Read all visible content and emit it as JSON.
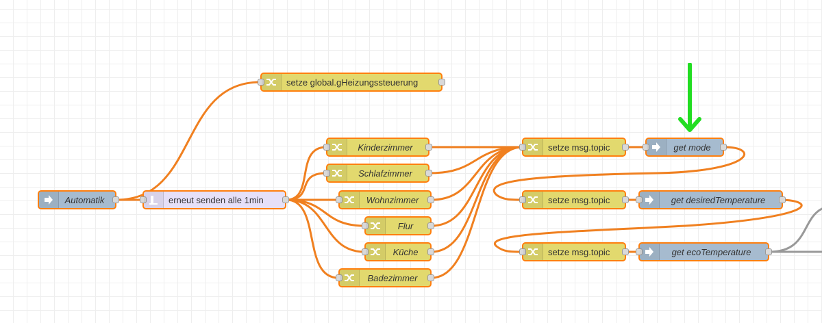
{
  "colors": {
    "wire": "#f08020",
    "wire_gray": "#999999",
    "change": "#e2d96e",
    "inject": "#a6bbcf",
    "trigger": "#e6e0f8",
    "arrow": "#22dd22"
  },
  "nodes": {
    "automatik": {
      "label": "Automatik",
      "icon": "inject-icon"
    },
    "trigger": {
      "label": "erneut senden alle 1min",
      "icon": "trigger-icon"
    },
    "global": {
      "label": "setze global.gHeizungssteuerung",
      "icon": "change-icon"
    },
    "kinderzimmer": {
      "label": "Kinderzimmer",
      "icon": "change-icon"
    },
    "schlafzimmer": {
      "label": "Schlafzimmer",
      "icon": "change-icon"
    },
    "wohnzimmer": {
      "label": "Wohnzimmer",
      "icon": "change-icon"
    },
    "flur": {
      "label": "Flur",
      "icon": "change-icon"
    },
    "kueche": {
      "label": "Küche",
      "icon": "change-icon"
    },
    "badezimmer": {
      "label": "Badezimmer",
      "icon": "change-icon"
    },
    "topic1": {
      "label": "setze msg.topic",
      "icon": "change-icon"
    },
    "topic2": {
      "label": "setze msg.topic",
      "icon": "change-icon"
    },
    "topic3": {
      "label": "setze msg.topic",
      "icon": "change-icon"
    },
    "getmode": {
      "label": "get mode",
      "icon": "link-in-icon"
    },
    "getdesired": {
      "label": "get desiredTemperature",
      "icon": "link-in-icon"
    },
    "geteco": {
      "label": "get ecoTemperature",
      "icon": "link-in-icon"
    }
  }
}
